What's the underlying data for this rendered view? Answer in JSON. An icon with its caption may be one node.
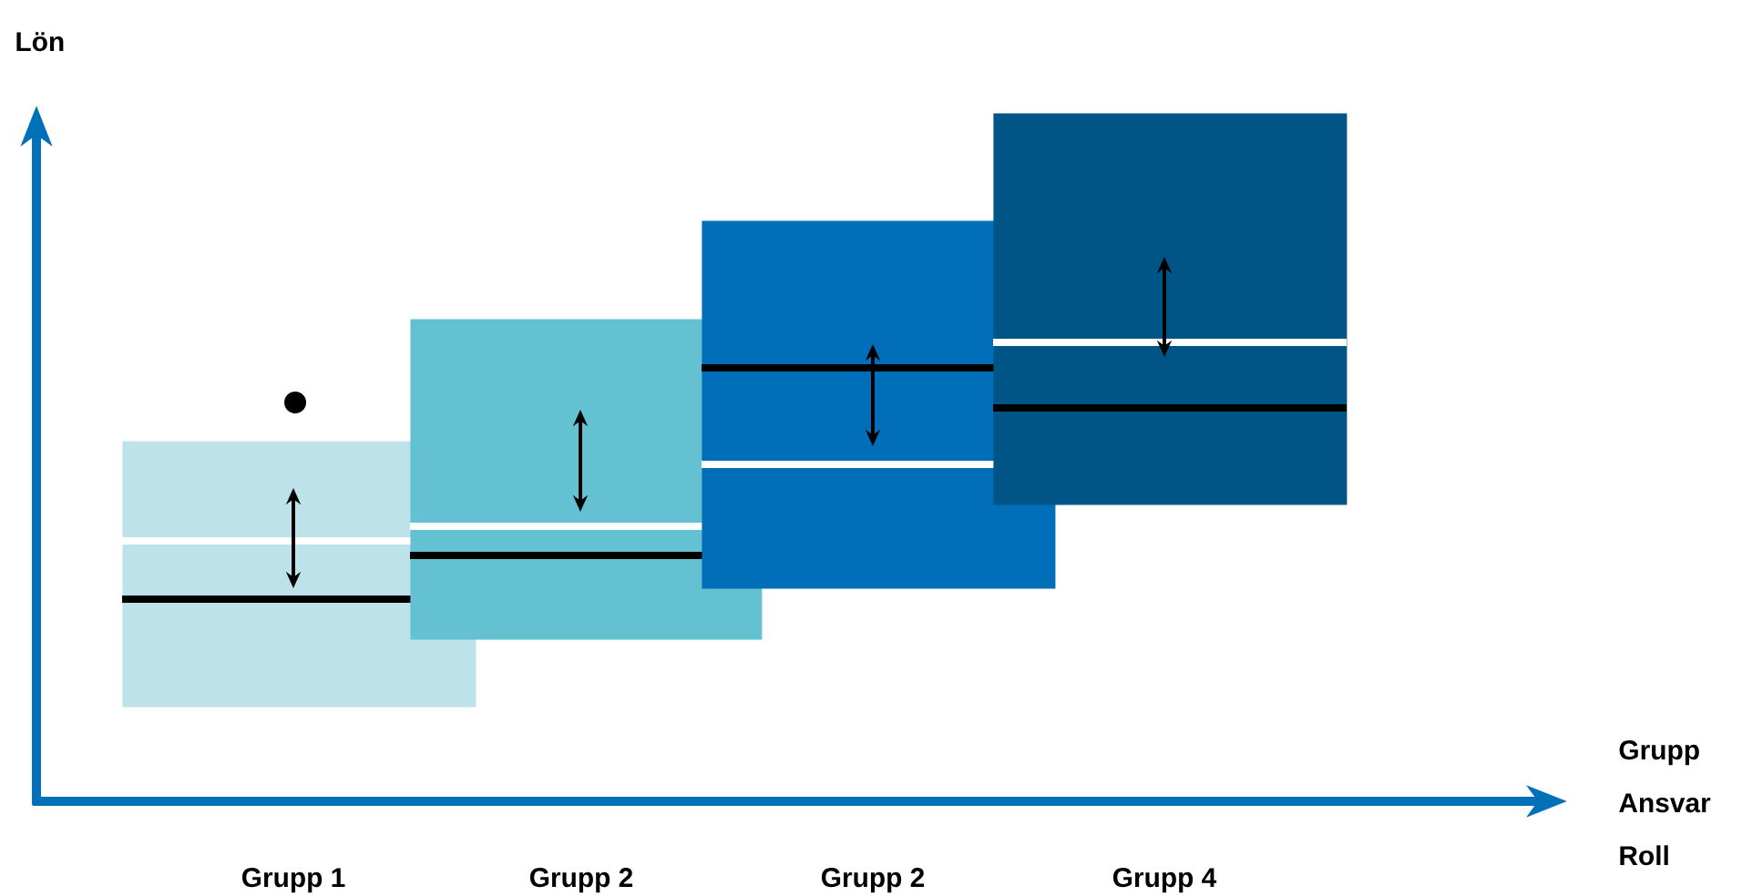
{
  "diagram": {
    "nodes": [
      {
        "text": [],
        "shape": "box"
      },
      {
        "text": [],
        "shape": "box"
      },
      {
        "text": [],
        "shape": "box"
      },
      {
        "text": [],
        "shape": "box"
      }
    ],
    "labels": [
      "Lön",
      "Grupp",
      "Ansvar",
      "Roll",
      "Grupp 1",
      "Grupp 2",
      "Grupp 2",
      "Grupp 4"
    ]
  }
}
